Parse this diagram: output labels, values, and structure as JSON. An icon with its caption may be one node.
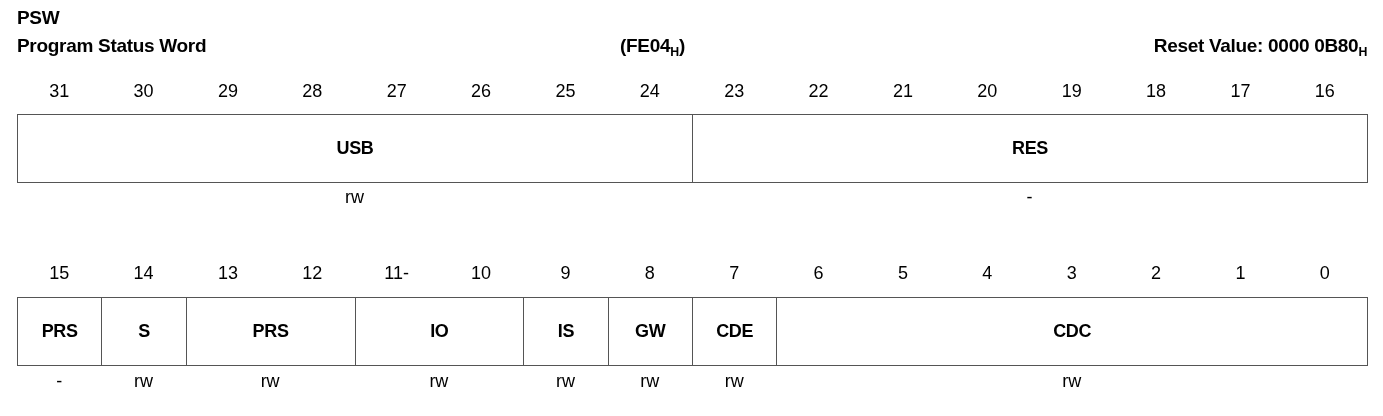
{
  "diagram": {
    "title": "PSW",
    "nodes": [
      {
        "text": [
          "USB"
        ],
        "beside": [
          "rw"
        ]
      },
      {
        "text": [
          "RES"
        ],
        "beside": [
          "-"
        ]
      },
      {
        "text": [
          "PRS"
        ],
        "beside": [
          "-"
        ]
      },
      {
        "text": [
          "S"
        ],
        "beside": [
          "rw"
        ]
      },
      {
        "text": [
          "PRS"
        ],
        "beside": [
          "rw"
        ]
      },
      {
        "text": [
          "IO"
        ],
        "beside": [
          "rw"
        ]
      },
      {
        "text": [
          "IS"
        ],
        "beside": [
          "rw"
        ]
      },
      {
        "text": [
          "GW"
        ],
        "beside": [
          "rw"
        ]
      },
      {
        "text": [
          "CDE"
        ],
        "beside": [
          "rw"
        ]
      },
      {
        "text": [
          "CDC"
        ],
        "beside": [
          "rw"
        ]
      }
    ],
    "edges": [],
    "labels": [
      "Program Status Word",
      "(FE04$_{H}$)",
      "Reset Value: 0000 0B80$_{H}$",
      "31",
      "30",
      "29",
      "28",
      "27",
      "26",
      "25",
      "24",
      "23",
      "22",
      "21",
      "20",
      "19",
      "18",
      "17",
      "16",
      "15",
      "14",
      "13",
      "12",
      "11-",
      "10",
      "9",
      "8",
      "7",
      "6",
      "5",
      "4",
      "3",
      "2",
      "1",
      "0"
    ]
  }
}
